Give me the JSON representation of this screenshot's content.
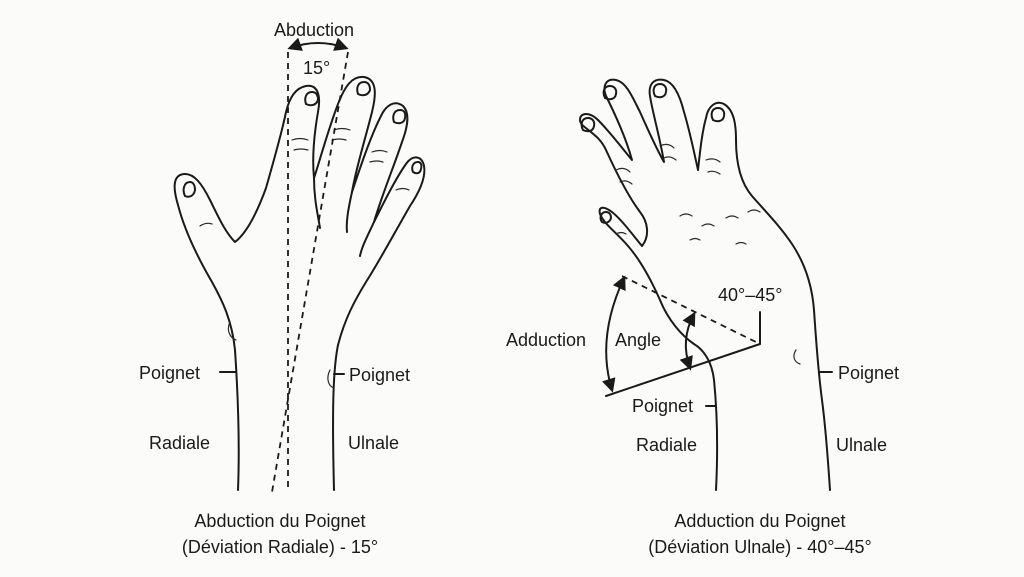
{
  "left_panel": {
    "angle_title": "Abduction",
    "angle_value": "15°",
    "wrist_left": "Poignet",
    "wrist_right": "Poignet",
    "side_left": "Radiale",
    "side_right": "Ulnale",
    "caption_line1": "Abduction du Poignet",
    "caption_line2": "(Déviation Radiale) - 15°"
  },
  "right_panel": {
    "angle_range": "40°–45°",
    "adduction_label": "Adduction",
    "angle_label": "Angle",
    "wrist_inner": "Poignet",
    "wrist_right": "Poignet",
    "side_left": "Radiale",
    "side_right": "Ulnale",
    "caption_line1": "Adduction du Poignet",
    "caption_line2": "(Déviation Ulnale) - 40°–45°"
  },
  "colors": {
    "ink": "#1a1a1a",
    "background": "#fbfbf9"
  }
}
